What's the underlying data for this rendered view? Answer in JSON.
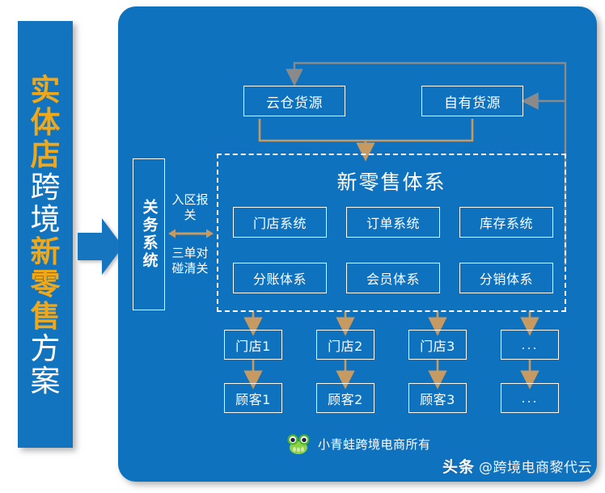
{
  "colors": {
    "panel_blue": "#0f72bf",
    "banner_blue": "#1274bf",
    "accent_orange": "#F0A81B",
    "connector_tan": "#C79A62",
    "connector_gray": "#8a8a8a",
    "box_border": "#ffffff",
    "frog_green": "#5FBE2E"
  },
  "banner": {
    "characters": [
      {
        "char": "实",
        "style": "accent"
      },
      {
        "char": "体",
        "style": "accent"
      },
      {
        "char": "店",
        "style": "accent"
      },
      {
        "char": "跨",
        "style": "plain"
      },
      {
        "char": "境",
        "style": "plain"
      },
      {
        "char": "新",
        "style": "accent"
      },
      {
        "char": "零",
        "style": "accent"
      },
      {
        "char": "售",
        "style": "accent"
      },
      {
        "char": "方",
        "style": "plain"
      },
      {
        "char": "案",
        "style": "plain"
      }
    ],
    "full_text": "实体店跨境新零售方案"
  },
  "diagram": {
    "supply": {
      "cloud_warehouse": "云仓货源",
      "own_supply": "自有货源"
    },
    "customs": {
      "title": "关务系统",
      "inbound_label": "入区报关",
      "clearance_label": "三单对碰清关"
    },
    "retail": {
      "title": "新零售体系",
      "systems": [
        "门店系统",
        "订单系统",
        "库存系统",
        "分账体系",
        "会员体系",
        "分销体系"
      ]
    },
    "stores": [
      "门店1",
      "门店2",
      "门店3",
      "..."
    ],
    "customers": [
      "顾客1",
      "顾客2",
      "顾客3",
      "..."
    ]
  },
  "footer": {
    "logo_icon": "frog-icon",
    "credit_text": "小青蛙跨境电商所有"
  },
  "watermark": {
    "brand": "头条",
    "handle": "@跨境电商黎代云"
  }
}
